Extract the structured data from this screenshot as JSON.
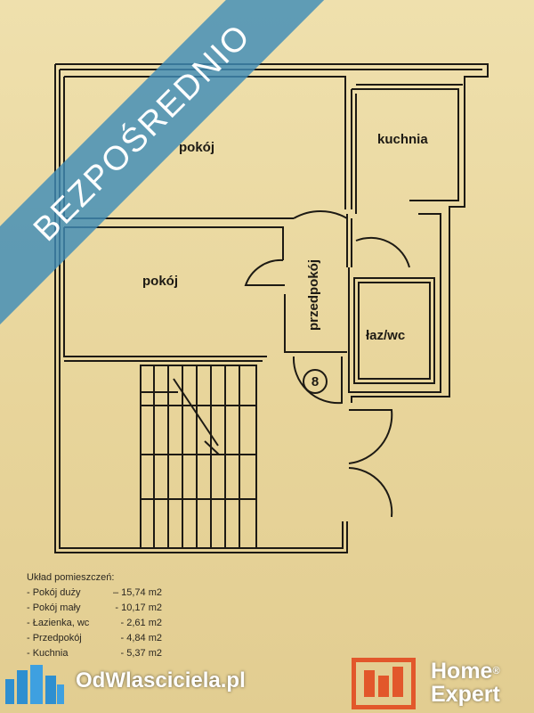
{
  "banner": {
    "text": "BEZPOŚREDNIO"
  },
  "plan": {
    "rooms": {
      "big_room": "pokój",
      "small_room": "pokój",
      "kitchen": "kuchnia",
      "hallway": "przedpokój",
      "bathroom": "łaz/wc"
    },
    "unit_number": "8"
  },
  "areas": {
    "title": "Układ pomieszczeń:",
    "rows": [
      {
        "name": "- Pokój duży",
        "value": "– 15,74 m2"
      },
      {
        "name": "- Pokój mały",
        "value": "- 10,17 m2"
      },
      {
        "name": "- Łazienka, wc",
        "value": "- 2,61 m2"
      },
      {
        "name": "- Przedpokój",
        "value": "- 4,84 m2"
      },
      {
        "name": "- Kuchnia",
        "value": "- 5,37 m2"
      }
    ]
  },
  "footer": {
    "site_name": "OdWlasciciela.pl",
    "brand_line1": "Home",
    "brand_reg": "®",
    "brand_line2": "Expert"
  },
  "colors": {
    "banner": "#3f8cb7",
    "brand_orange": "#e2572b",
    "site_blue": "#2e8fd0"
  }
}
